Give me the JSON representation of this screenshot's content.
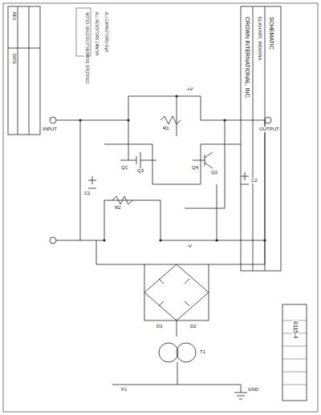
{
  "diagram": {
    "labels": [
      "CROWN INTERNATIONAL, INC.",
      "ELKHART, INDIANA",
      "SCHEMATIC",
      "8115-4",
      "REV",
      "DATE",
      "NOTES: UNLESS OTHERWISE SPECIFIED",
      "ALL RESISTORS 1/4W 5%",
      "ALL CAPACITORS IN µF",
      "Q1",
      "Q2",
      "Q3",
      "Q4",
      "R1",
      "R2",
      "C1",
      "C2",
      "D1",
      "D2",
      "F1",
      "T1",
      "INPUT",
      "OUTPUT",
      "+V",
      "-V",
      "GND"
    ]
  }
}
